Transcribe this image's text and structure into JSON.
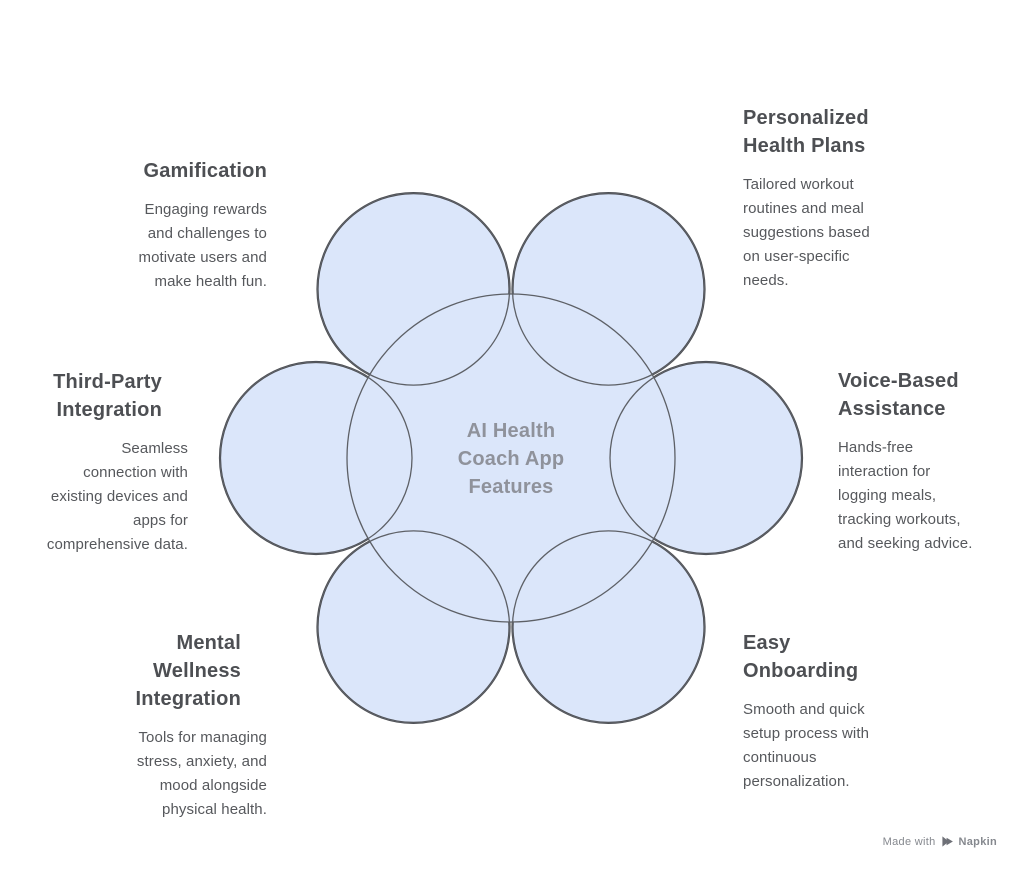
{
  "diagram": {
    "center_label": {
      "lines": [
        "AI Health",
        "Coach App",
        "Features"
      ]
    },
    "colors": {
      "petal_fill": "#dbe6fa",
      "petal_stroke": "#404247",
      "inner_stroke": "#5d6066",
      "center_text": "#8f929b",
      "heading_text": "#4d4f53",
      "body_text": "#56585c",
      "watermark_text": "#85888e",
      "watermark_icon": "#6e7077"
    },
    "features": [
      {
        "id": "gamification",
        "title_lines": [
          "Gamification"
        ],
        "description_lines": [
          "Engaging rewards",
          "and challenges to",
          "motivate users and",
          "make health fun."
        ]
      },
      {
        "id": "personalized-health-plans",
        "title_lines": [
          "Personalized",
          "Health Plans"
        ],
        "description_lines": [
          "Tailored workout",
          "routines and meal",
          "suggestions based",
          "on user-specific",
          "needs."
        ]
      },
      {
        "id": "voice-based-assistance",
        "title_lines": [
          "Voice-Based",
          "Assistance"
        ],
        "description_lines": [
          "Hands-free",
          "interaction for",
          "logging meals,",
          "tracking workouts,",
          "and seeking advice."
        ]
      },
      {
        "id": "easy-onboarding",
        "title_lines": [
          "Easy",
          "Onboarding"
        ],
        "description_lines": [
          "Smooth and quick",
          "setup process with",
          "continuous",
          "personalization."
        ]
      },
      {
        "id": "mental-wellness-integration",
        "title_lines": [
          "Mental",
          "Wellness",
          "Integration"
        ],
        "description_lines": [
          "Tools for managing",
          "stress, anxiety, and",
          "mood alongside",
          "physical health."
        ]
      },
      {
        "id": "third-party-integration",
        "title_lines": [
          "Third-Party",
          "Integration"
        ],
        "description_lines": [
          "Seamless",
          "connection with",
          "existing devices and",
          "apps for",
          "comprehensive data."
        ]
      }
    ],
    "watermark": {
      "prefix": "Made with",
      "brand": "Napkin"
    }
  }
}
